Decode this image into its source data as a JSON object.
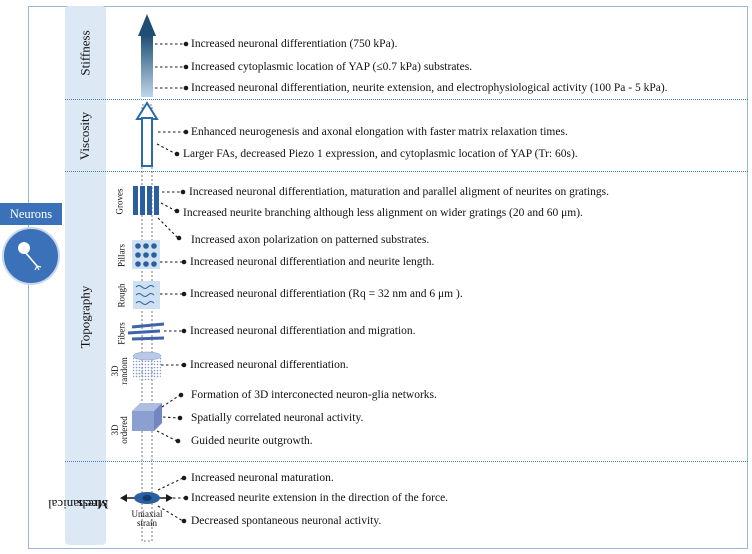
{
  "neurons_label": "Neurons",
  "categories": {
    "stiffness": "Stiffness",
    "viscosity": "Viscosity",
    "topography": "Topography",
    "mechanical_stress_1": "Mechanical",
    "mechanical_stress_2": "stress"
  },
  "subcategories": {
    "groves": "Groves",
    "pillars": "Pillars",
    "rough": "Rough",
    "fibers": "Fibers",
    "random_3d_1": "3D",
    "random_3d_2": "random",
    "ordered_3d_1": "3D",
    "ordered_3d_2": "ordered",
    "uniaxial_1": "Uniaxial",
    "uniaxial_2": "strain"
  },
  "stiffness_items": [
    "Increased neuronal differentiation  (750 kPa).",
    "Increased cytoplasmic location of YAP (≤0.7 kPa) substrates.",
    "Increased neuronal differentiation,  neurite extension, and electrophysiological activity (100 Pa - 5 kPa)."
  ],
  "viscosity_items": [
    "Enhanced neurogenesis and  axonal elongation with faster matrix relaxation times.",
    "Larger FAs, decreased Piezo 1 expression, and cytoplasmic location of YAP (Tr: 60s)."
  ],
  "topography_items": [
    "Increased neuronal differentiation, maturation and parallel aligment of neurites on gratings.",
    "Increased neurite branching although less alignment on wider gratings (20 and 60 μm).",
    "Increased axon polarization on patterned substrates.",
    "Increased neuronal differentiation and neurite length.",
    "Increased neuronal differentiation (Rq = 32 nm and 6 μm ).",
    "Increased neuronal differentiation and migration.",
    "Increased neuronal differentiation.",
    "Formation of 3D interconected neuron-glia networks.",
    "Spatially correlated neuronal activity.",
    "Guided neurite outgrowth."
  ],
  "stress_items": [
    "Increased neuronal maturation.",
    "Increased neurite extension in the direction of the force.",
    "Decreased spontaneous neuronal activity."
  ]
}
